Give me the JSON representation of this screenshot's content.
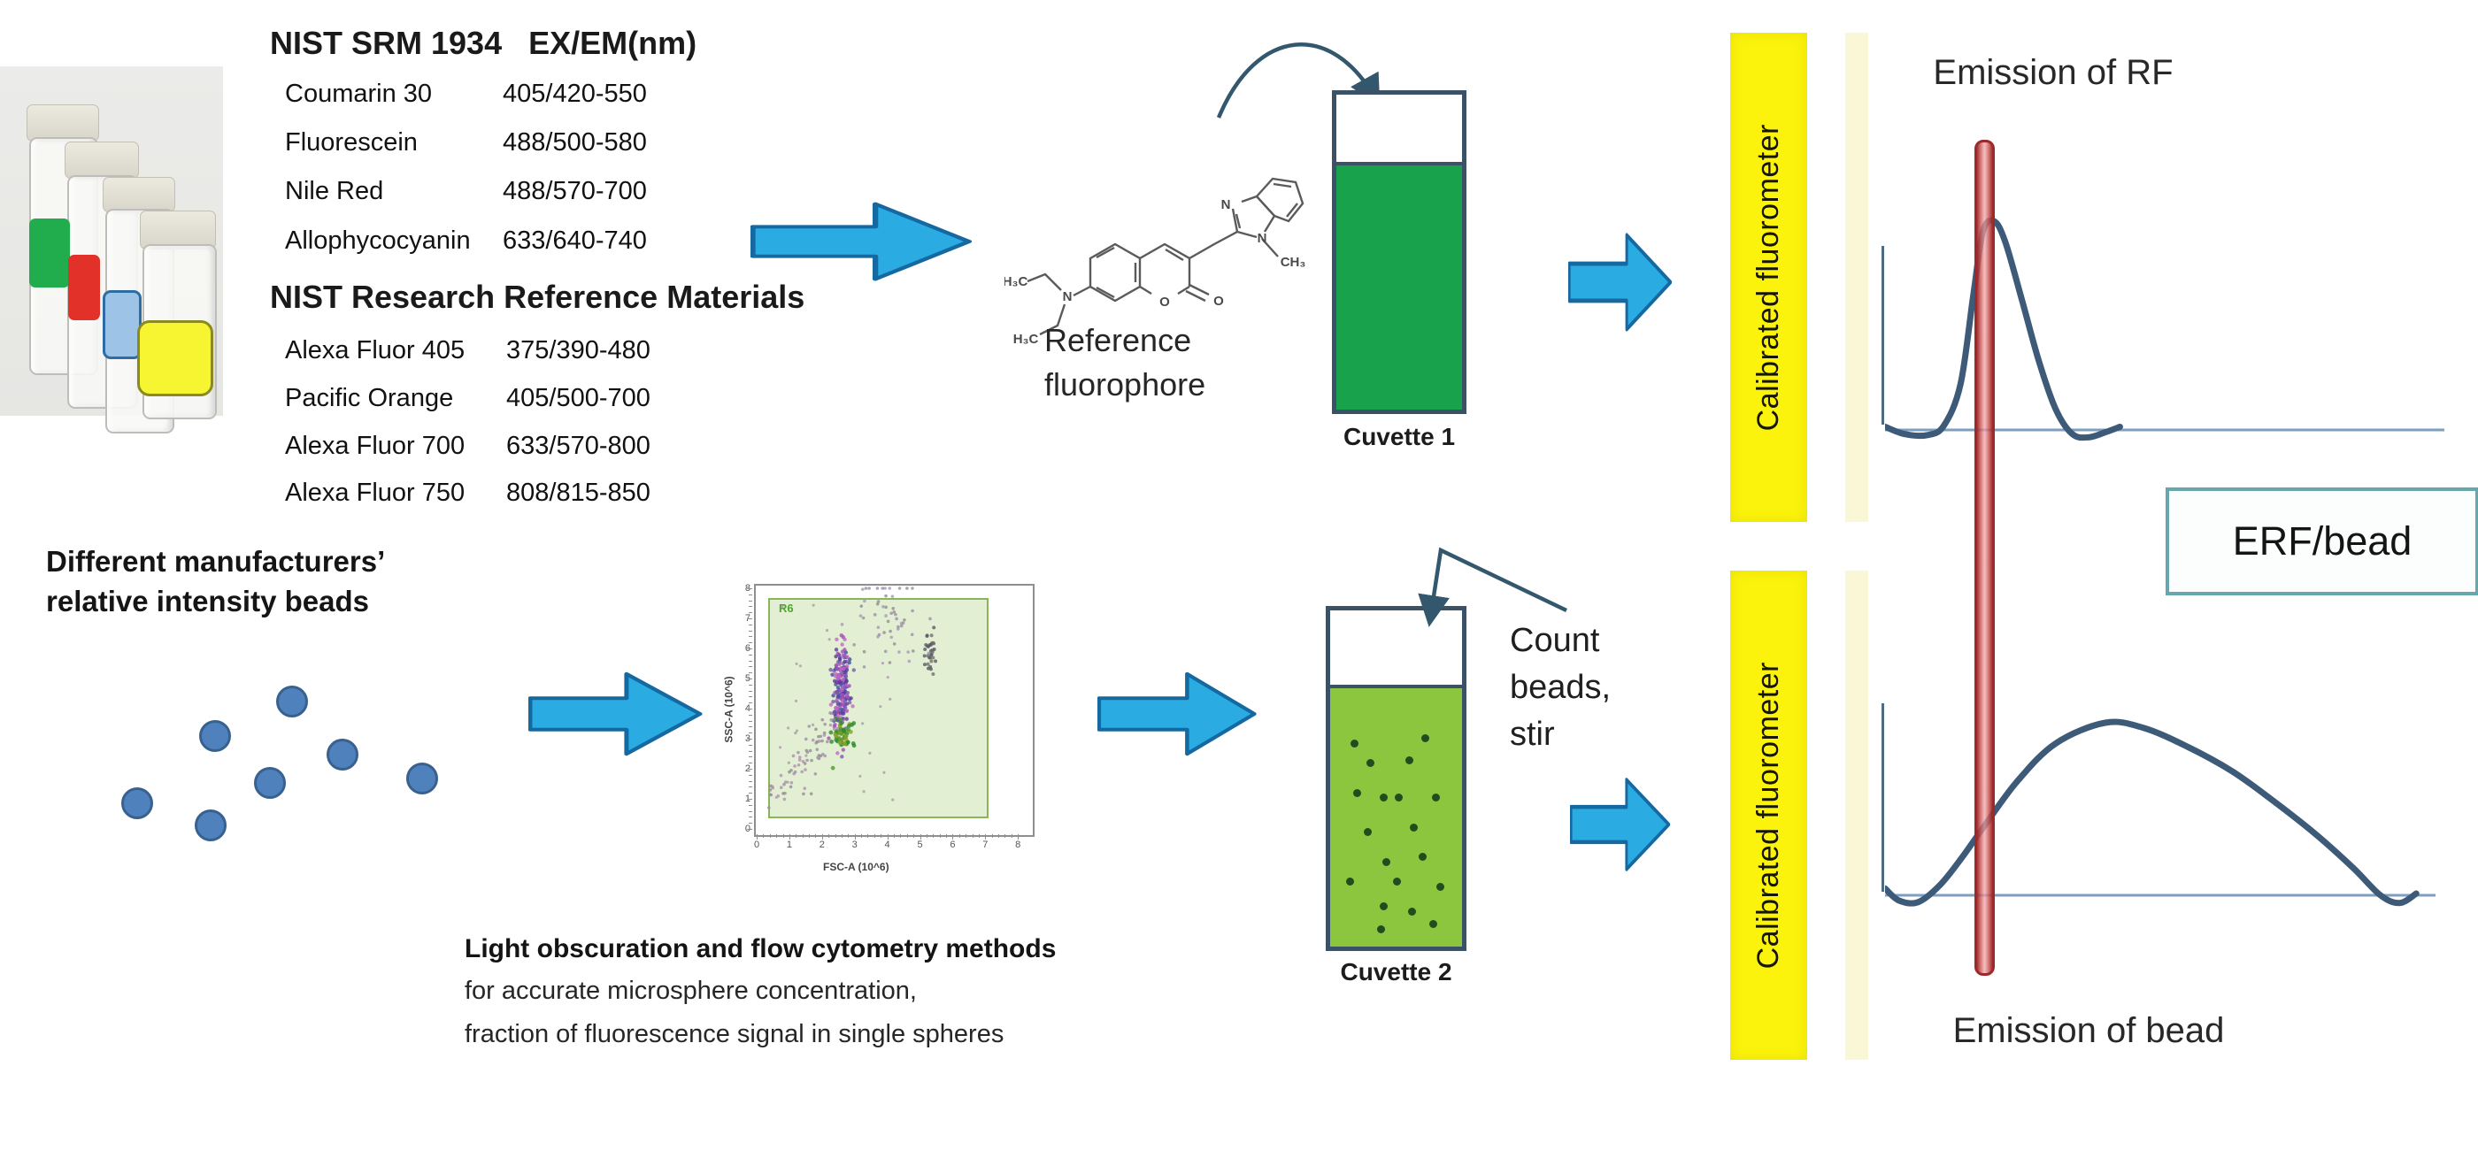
{
  "colors": {
    "arrow_fill": "#2aabe2",
    "arrow_stroke": "#1668a0",
    "bar_yellow": "#fbf30c",
    "bar_yellow_faint": "#f8f4c8",
    "curve": "#3d5a78",
    "baseline": "#7e9fc0",
    "laser_edge": "#9c2a2a",
    "cuvette_border": "#3a5166",
    "cuvette1_fill": "#18a24c",
    "cuvette2_fill": "#8cc63f",
    "cuvette2_dot": "#1e4d1e",
    "bead_fill": "#4f81bd",
    "bead_edge": "#38618f",
    "gate_fill": "#e3efd3",
    "gate_edge": "#8ab55c",
    "gate_label_color": "#4ea72e",
    "erf_border": "#68a7ad",
    "connector": "#33586e"
  },
  "srm": {
    "title": "NIST SRM 1934",
    "unit_header": "EX/EM(nm)",
    "rows": [
      {
        "name": "Coumarin 30",
        "ex_em": "405/420-550"
      },
      {
        "name": "Fluorescein",
        "ex_em": "488/500-580"
      },
      {
        "name": "Nile Red",
        "ex_em": "488/570-700"
      },
      {
        "name": "Allophycocyanin",
        "ex_em": "633/640-740"
      }
    ]
  },
  "rrm": {
    "title": "NIST Research Reference Materials",
    "rows": [
      {
        "name": "Alexa Fluor 405",
        "ex_em": "375/390-480"
      },
      {
        "name": "Pacific Orange",
        "ex_em": "405/500-700"
      },
      {
        "name": "Alexa Fluor 700",
        "ex_em": "633/570-800"
      },
      {
        "name": "Alexa Fluor 750",
        "ex_em": "808/815-850"
      }
    ]
  },
  "vials": {
    "patch_colors": [
      "#21ad4d",
      "#e23128",
      "#9dc3e6",
      "#f7f431"
    ]
  },
  "beads_section": {
    "line1": "Different manufacturers’",
    "line2": "relative intensity beads",
    "positions": [
      [
        155,
        908
      ],
      [
        238,
        933
      ],
      [
        243,
        832
      ],
      [
        330,
        793
      ],
      [
        305,
        885
      ],
      [
        387,
        853
      ],
      [
        477,
        880
      ]
    ],
    "radius": 18
  },
  "reference_fluorophore": {
    "line1": "Reference",
    "line2": "fluorophore"
  },
  "structure": {
    "n_ring_top": "N",
    "n_ring_bottom": "N",
    "n_amine": "N",
    "o_ring": "O",
    "o_carbonyl": "O",
    "ch3": "CH₃",
    "h3c_upper": "H₃C",
    "h3c_lower": "H₃C"
  },
  "cuvette1": {
    "label": "Cuvette 1"
  },
  "cuvette2": {
    "label": "Cuvette 2",
    "dots": [
      [
        0.18,
        0.22
      ],
      [
        0.72,
        0.2
      ],
      [
        0.3,
        0.3
      ],
      [
        0.6,
        0.29
      ],
      [
        0.2,
        0.42
      ],
      [
        0.4,
        0.44
      ],
      [
        0.52,
        0.44
      ],
      [
        0.8,
        0.44
      ],
      [
        0.28,
        0.58
      ],
      [
        0.63,
        0.56
      ],
      [
        0.42,
        0.7
      ],
      [
        0.7,
        0.68
      ],
      [
        0.15,
        0.78
      ],
      [
        0.5,
        0.78
      ],
      [
        0.83,
        0.8
      ],
      [
        0.4,
        0.88
      ],
      [
        0.62,
        0.9
      ],
      [
        0.78,
        0.95
      ],
      [
        0.38,
        0.97
      ]
    ]
  },
  "count_beads": {
    "line1": "Count",
    "line2": "beads,",
    "line3": "stir"
  },
  "fluorometer": {
    "label": "Calibrated fluorometer"
  },
  "erf_box": {
    "label": "ERF/bead"
  },
  "methods_note": {
    "line1": "Light obscuration and flow cytometry methods",
    "line2": "for accurate microsphere concentration,",
    "line3": "fraction of fluorescence signal in single spheres"
  },
  "chart_data": [
    {
      "id": "flow-cytometry-scatter",
      "type": "scatter",
      "xlabel": "FSC-A (10^6)",
      "ylabel": "SSC-A (10^6)",
      "xlim": [
        0,
        8
      ],
      "ylim": [
        0,
        8
      ],
      "grid": false,
      "x_ticks": [
        "0",
        "1",
        "2",
        "3",
        "4",
        "5",
        "6",
        "7",
        "8"
      ],
      "y_ticks": [
        "0",
        "1",
        "2",
        "3",
        "4",
        "5",
        "6",
        "7",
        "8"
      ],
      "gate": {
        "label": "R6",
        "x": [
          0.3,
          7.05
        ],
        "y": [
          0.4,
          7.75
        ]
      },
      "clusters": [
        {
          "name": "singlet-bead-population",
          "n": 220,
          "cx": 2.55,
          "cy": 4.6,
          "sx": 0.13,
          "sy": 0.75,
          "r": 2.2,
          "colors": [
            "#5b3a9b",
            "#3b4fa0",
            "#a050b8",
            "#c468c4",
            "#7a5ab0"
          ]
        },
        {
          "name": "low-scatter-subpopulation",
          "n": 55,
          "cx": 2.62,
          "cy": 3.2,
          "sx": 0.15,
          "sy": 0.3,
          "r": 2.4,
          "colors": [
            "#2e8b2e",
            "#4e9b30",
            "#8aa029"
          ]
        },
        {
          "name": "debris-trail",
          "n": 70,
          "mode": "trail",
          "from": [
            0.45,
            0.9
          ],
          "to": [
            2.35,
            3.9
          ],
          "jitter": 0.28,
          "r": 1.8,
          "colors": [
            "#9a8fa8",
            "#8f8f8f",
            "#b08fb0"
          ]
        },
        {
          "name": "high-scatter-spray",
          "n": 55,
          "cx": 3.95,
          "cy": 7.0,
          "sx": 0.5,
          "sy": 0.7,
          "r": 1.8,
          "colors": [
            "#9a8fa8",
            "#a898b8",
            "#8f8f8f"
          ]
        },
        {
          "name": "doublet-cluster",
          "n": 32,
          "cx": 5.25,
          "cy": 6.05,
          "sx": 0.12,
          "sy": 0.33,
          "r": 2,
          "colors": [
            "#6f6f6f",
            "#5a5a66"
          ]
        },
        {
          "name": "sparse-noise",
          "n": 26,
          "mode": "uniform",
          "x": [
            0.4,
            4.6
          ],
          "y": [
            0.6,
            7.6
          ],
          "r": 1.6,
          "colors": [
            "#a0a0a0",
            "#b09ab0"
          ]
        }
      ]
    },
    {
      "id": "emission-of-rf",
      "type": "line",
      "title": "Emission of RF",
      "laser_line_x": 0.178,
      "points": [
        [
          0,
          0.015
        ],
        [
          0.035,
          -0.02
        ],
        [
          0.075,
          -0.025
        ],
        [
          0.105,
          0.02
        ],
        [
          0.135,
          0.22
        ],
        [
          0.158,
          0.65
        ],
        [
          0.175,
          0.95
        ],
        [
          0.195,
          1
        ],
        [
          0.215,
          0.9
        ],
        [
          0.245,
          0.62
        ],
        [
          0.275,
          0.33
        ],
        [
          0.305,
          0.1
        ],
        [
          0.335,
          -0.02
        ],
        [
          0.365,
          -0.035
        ],
        [
          0.395,
          -0.01
        ],
        [
          0.42,
          0.015
        ]
      ]
    },
    {
      "id": "emission-of-bead",
      "type": "line",
      "title": "Emission of bead",
      "laser_line_x": 0.18,
      "points": [
        [
          0,
          0.04
        ],
        [
          0.025,
          -0.03
        ],
        [
          0.06,
          -0.04
        ],
        [
          0.1,
          0.06
        ],
        [
          0.14,
          0.22
        ],
        [
          0.18,
          0.4
        ],
        [
          0.24,
          0.66
        ],
        [
          0.31,
          0.88
        ],
        [
          0.4,
          1
        ],
        [
          0.47,
          0.97
        ],
        [
          0.55,
          0.86
        ],
        [
          0.63,
          0.72
        ],
        [
          0.7,
          0.56
        ],
        [
          0.78,
          0.36
        ],
        [
          0.85,
          0.16
        ],
        [
          0.9,
          0
        ],
        [
          0.935,
          -0.045
        ],
        [
          0.965,
          0.01
        ]
      ]
    }
  ]
}
